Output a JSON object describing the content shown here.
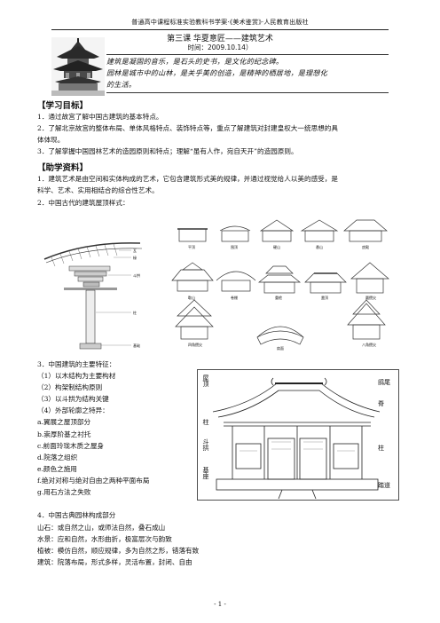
{
  "header": {
    "text": "普通高中课程标准实验教科书学案·《美术鉴赏》·人民教育出版社"
  },
  "lesson": {
    "title": "第三课  华夏意匠——建筑艺术",
    "date": "时间：2009.10.14）"
  },
  "quote": {
    "line1": "建筑是凝固的音乐，是石头的史书，是文化的纪念碑。",
    "line2": "园林是城市中的山林，是关乎美的创造，是精神的栖居地，是理想化",
    "line3": "的生活。"
  },
  "goals": {
    "heading": "【学习目标】",
    "items": [
      "1．通过故宫了解中国古建筑的基本特点。",
      "2．了解北京故宫的整体布局、单体风格特点、装饰特点等，重点了解建筑对封建皇权大一统思想的具",
      "体体现。",
      "3．了解掌握中国园林艺术的造园原则和特点；理解“虽有人作，宛自天开”的造园原则。"
    ]
  },
  "materials": {
    "heading": "【助学资料】",
    "items": [
      "1．建筑艺术是由空间和实体构成的艺术，它包含建筑形式美的规律，并通过视觉给人以美的感受，是",
      "科学、艺术、实用相结合的综合性艺术。",
      "2．中国古代的建筑屋顶样式："
    ]
  },
  "roof_labels": {
    "row1": [
      "平顶",
      "囤顶",
      "硬山",
      "悬山",
      "庑殿"
    ],
    "row2": [
      "歇山",
      "卷棚",
      "重檐",
      "盝顶",
      "圆攒尖"
    ],
    "row3": [
      "四角攒尖",
      "扇面",
      "八角攒尖"
    ]
  },
  "bracket_labels": [
    "瓦",
    "椽",
    "斗拱",
    "柱",
    "基础"
  ],
  "features": {
    "title": "3．中国建筑的主要特征：",
    "items": [
      "（1）以木结构为主要构材",
      "（2）构架制结构原则",
      "（3）以斗拱为结构关键",
      "（4）外部轮廓之特异：",
      "a.翼展之屋顶部分",
      "b.崇厚阶基之衬托",
      "c.前面玲珑木质之屋身",
      "d.院落之组织",
      "e.颜色之施用",
      "f.绝对对称与绝对自由之两种平面布局",
      "g.用石方法之失败"
    ]
  },
  "building_labels": {
    "left": [
      "屋顶",
      "柱",
      "斗拱",
      "基座"
    ],
    "right": [
      "鸱尾",
      "脊",
      "柱",
      "踏道"
    ]
  },
  "garden": {
    "title": "4．中国古典园林构成部分",
    "items": [
      "山石：或自然之山，或师法自然，叠石成山",
      "水景：应和自然，水形曲折，极富层次与韵致",
      "植被：模仿自然，顺应规律，多为自然之形，错落有致",
      "建筑：院落布局，形式多样，灵活布置，封闭、自由"
    ]
  },
  "footer": {
    "page": "- 1 -"
  }
}
